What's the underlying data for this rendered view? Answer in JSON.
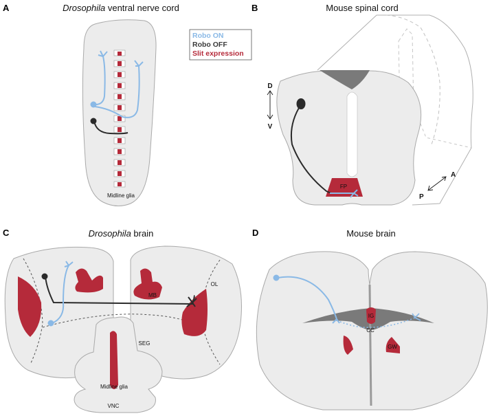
{
  "panels": {
    "a": {
      "letter": "A",
      "title_italic": "Drosophila",
      "title_rest": " ventral nerve cord",
      "midline_label": "Midline glia"
    },
    "b": {
      "letter": "B",
      "title": "Mouse spinal cord",
      "d_label": "D",
      "v_label": "V",
      "fp_label": "FP",
      "a_label": "A",
      "p_label": "P"
    },
    "c": {
      "letter": "C",
      "title_italic": "Drosophila",
      "title_rest": " brain",
      "mb_label": "MB",
      "ol_label": "OL",
      "seg_label": "SEG",
      "midline_label": "Midline glia",
      "vnc_label": "VNC"
    },
    "d": {
      "letter": "D",
      "title": "Mouse brain",
      "ig_label": "IG",
      "cc_label": "CC",
      "gw_label": "GW"
    }
  },
  "legend": [
    {
      "label": "Robo ON",
      "color": "#8ab9e6"
    },
    {
      "label": "Robo OFF",
      "color": "#3a3a3a"
    },
    {
      "label": "Slit expression",
      "color": "#b52a3a"
    }
  ],
  "colors": {
    "tissue": "#ececec",
    "outline": "#a9a9a9",
    "slit": "#b52a3a",
    "robo_on": "#8ab9e6",
    "robo_off": "#2b2b2b",
    "dark_gray": "#7a7a7a"
  }
}
